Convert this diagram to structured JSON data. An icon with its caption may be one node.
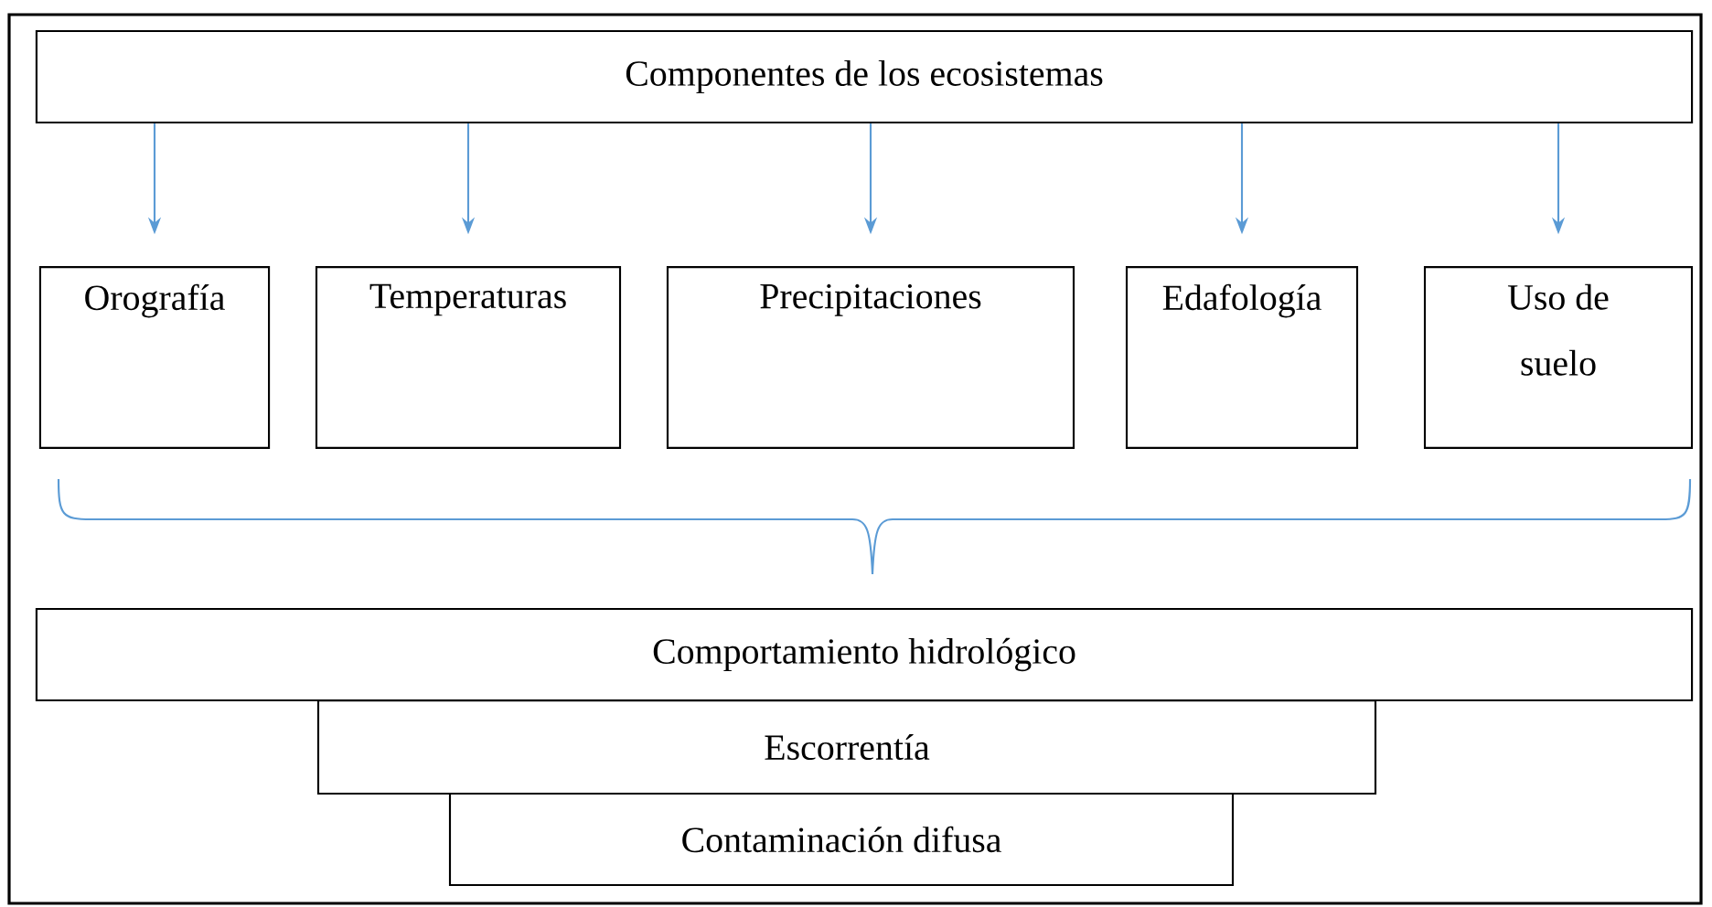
{
  "diagram": {
    "nodes": [
      {
        "text": [
          "Componentes de los ecosistemas"
        ]
      },
      {
        "text": [
          "Orografía"
        ]
      },
      {
        "text": [
          "Temperaturas"
        ]
      },
      {
        "text": [
          "Precipitaciones"
        ]
      },
      {
        "text": [
          "Edafología"
        ]
      },
      {
        "text": [
          "Uso de suelo"
        ]
      },
      {
        "text": [
          "Comportamiento hidrológico"
        ]
      },
      {
        "text": [
          "Escorrentía"
        ]
      },
      {
        "text": [
          "Contaminación difusa"
        ]
      }
    ],
    "edges": [
      {
        "from": 0,
        "to": 1,
        "arrow": "to"
      },
      {
        "from": 0,
        "to": 2,
        "arrow": "to"
      },
      {
        "from": 0,
        "to": 3,
        "arrow": "to"
      },
      {
        "from": 0,
        "to": 4,
        "arrow": "to"
      },
      {
        "from": 0,
        "to": 5,
        "arrow": "to"
      }
    ]
  }
}
